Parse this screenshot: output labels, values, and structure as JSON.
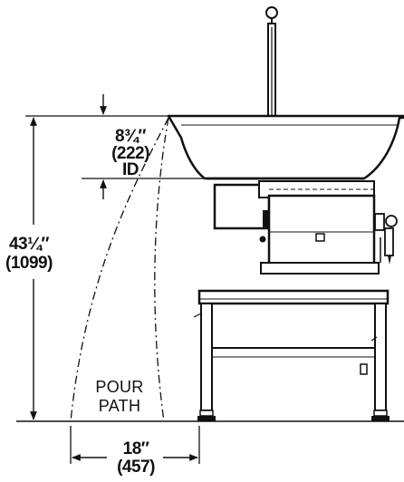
{
  "labels": {
    "depth_fraction": "8¾″",
    "depth_metric": "(222)",
    "depth_note": "ID",
    "height_fraction": "43¼″",
    "height_metric": "(1099)",
    "reach_fraction": "18″",
    "reach_metric": "(457)",
    "pour_line1": "POUR",
    "pour_line2": "PATH"
  },
  "colors": {
    "ink": "#111111",
    "background": "#ffffff"
  }
}
